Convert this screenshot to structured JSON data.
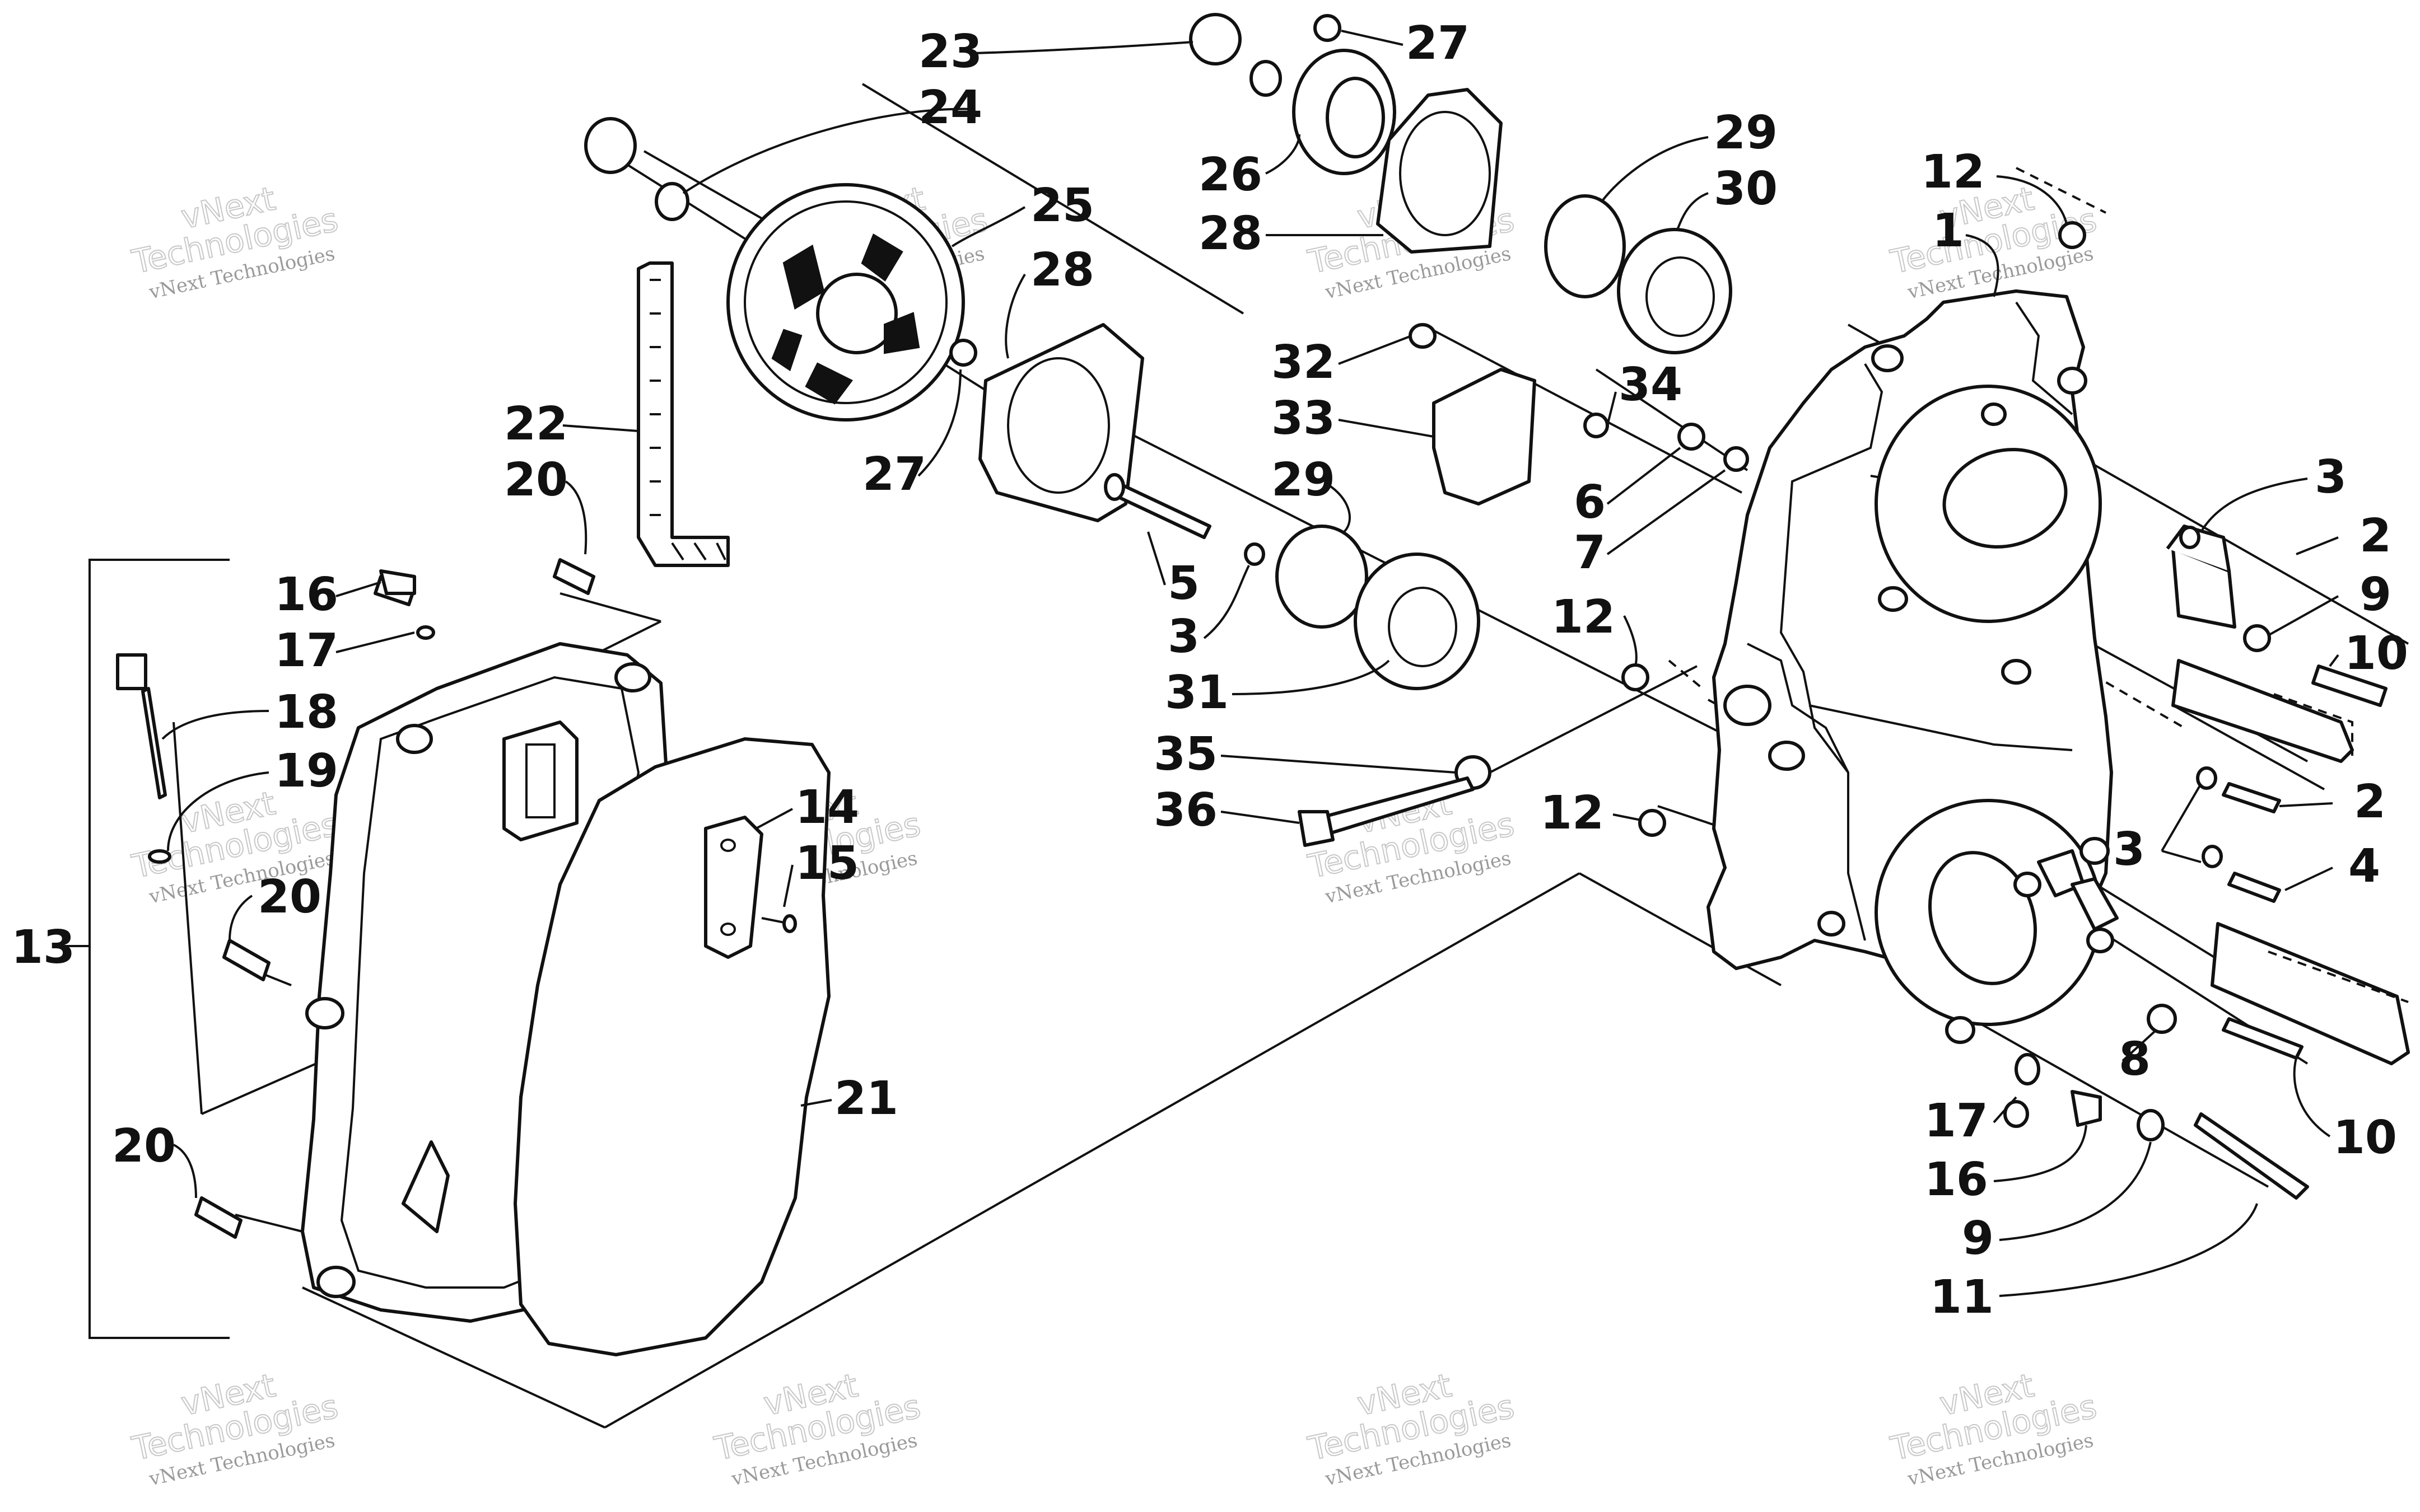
{
  "callouts": [
    {
      "id": "1",
      "text": "1"
    },
    {
      "id": "2a",
      "text": "2"
    },
    {
      "id": "2b",
      "text": "2"
    },
    {
      "id": "3a",
      "text": "3"
    },
    {
      "id": "3b",
      "text": "3"
    },
    {
      "id": "3c",
      "text": "3"
    },
    {
      "id": "4",
      "text": "4"
    },
    {
      "id": "5",
      "text": "5"
    },
    {
      "id": "6",
      "text": "6"
    },
    {
      "id": "7",
      "text": "7"
    },
    {
      "id": "8",
      "text": "8"
    },
    {
      "id": "9a",
      "text": "9"
    },
    {
      "id": "9b",
      "text": "9"
    },
    {
      "id": "10a",
      "text": "10"
    },
    {
      "id": "10b",
      "text": "10"
    },
    {
      "id": "11",
      "text": "11"
    },
    {
      "id": "12a",
      "text": "12"
    },
    {
      "id": "12b",
      "text": "12"
    },
    {
      "id": "12c",
      "text": "12"
    },
    {
      "id": "13",
      "text": "13"
    },
    {
      "id": "14",
      "text": "14"
    },
    {
      "id": "15",
      "text": "15"
    },
    {
      "id": "16a",
      "text": "16"
    },
    {
      "id": "16b",
      "text": "16"
    },
    {
      "id": "17a",
      "text": "17"
    },
    {
      "id": "17b",
      "text": "17"
    },
    {
      "id": "18",
      "text": "18"
    },
    {
      "id": "19",
      "text": "19"
    },
    {
      "id": "20a",
      "text": "20"
    },
    {
      "id": "20b",
      "text": "20"
    },
    {
      "id": "20c",
      "text": "20"
    },
    {
      "id": "21",
      "text": "21"
    },
    {
      "id": "22",
      "text": "22"
    },
    {
      "id": "23",
      "text": "23"
    },
    {
      "id": "24",
      "text": "24"
    },
    {
      "id": "25",
      "text": "25"
    },
    {
      "id": "26",
      "text": "26"
    },
    {
      "id": "27a",
      "text": "27"
    },
    {
      "id": "27b",
      "text": "27"
    },
    {
      "id": "28a",
      "text": "28"
    },
    {
      "id": "28b",
      "text": "28"
    },
    {
      "id": "29a",
      "text": "29"
    },
    {
      "id": "29b",
      "text": "29"
    },
    {
      "id": "30",
      "text": "30"
    },
    {
      "id": "31",
      "text": "31"
    },
    {
      "id": "32",
      "text": "32"
    },
    {
      "id": "33",
      "text": "33"
    },
    {
      "id": "34",
      "text": "34"
    },
    {
      "id": "35",
      "text": "35"
    },
    {
      "id": "36",
      "text": "36"
    }
  ],
  "watermark": {
    "line1": "vNext",
    "line2": "Technologies",
    "small": "vNext Technologies"
  }
}
